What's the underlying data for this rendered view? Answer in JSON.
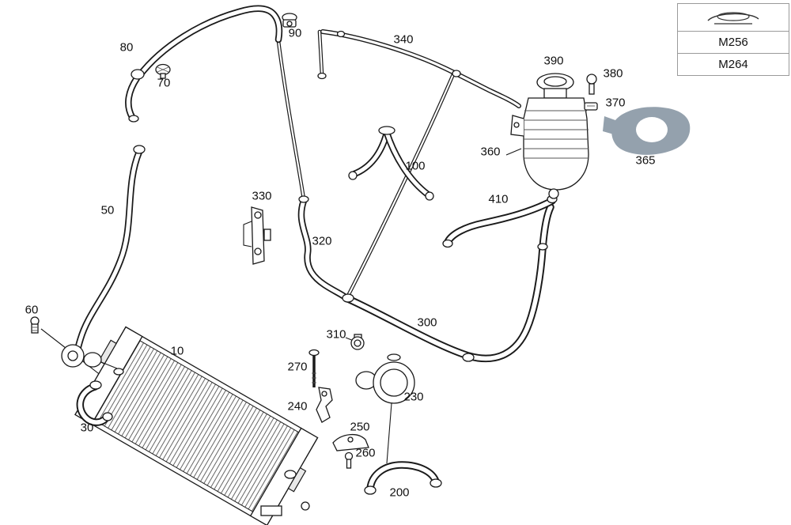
{
  "diagram": {
    "labels": {
      "p10": "10",
      "p30": "30",
      "p50": "50",
      "p60": "60",
      "p70": "70",
      "p80": "80",
      "p90": "90",
      "p100": "100",
      "p200": "200",
      "p230": "230",
      "p240": "240",
      "p250": "250",
      "p260": "260",
      "p270": "270",
      "p300": "300",
      "p310": "310",
      "p320": "320",
      "p330": "330",
      "p340": "340",
      "p360": "360",
      "p365": "365",
      "p370": "370",
      "p380": "380",
      "p390": "390",
      "p410": "410"
    }
  },
  "legend": {
    "icon": "engine-icon",
    "models": {
      "m256": "M256",
      "m264": "M264"
    }
  },
  "colors": {
    "line": "#1a1a1a",
    "bracket_fill": "#94a1ad",
    "bracket_stroke": "#5d6b77",
    "border": "#9a9a9a",
    "background": "#ffffff"
  }
}
